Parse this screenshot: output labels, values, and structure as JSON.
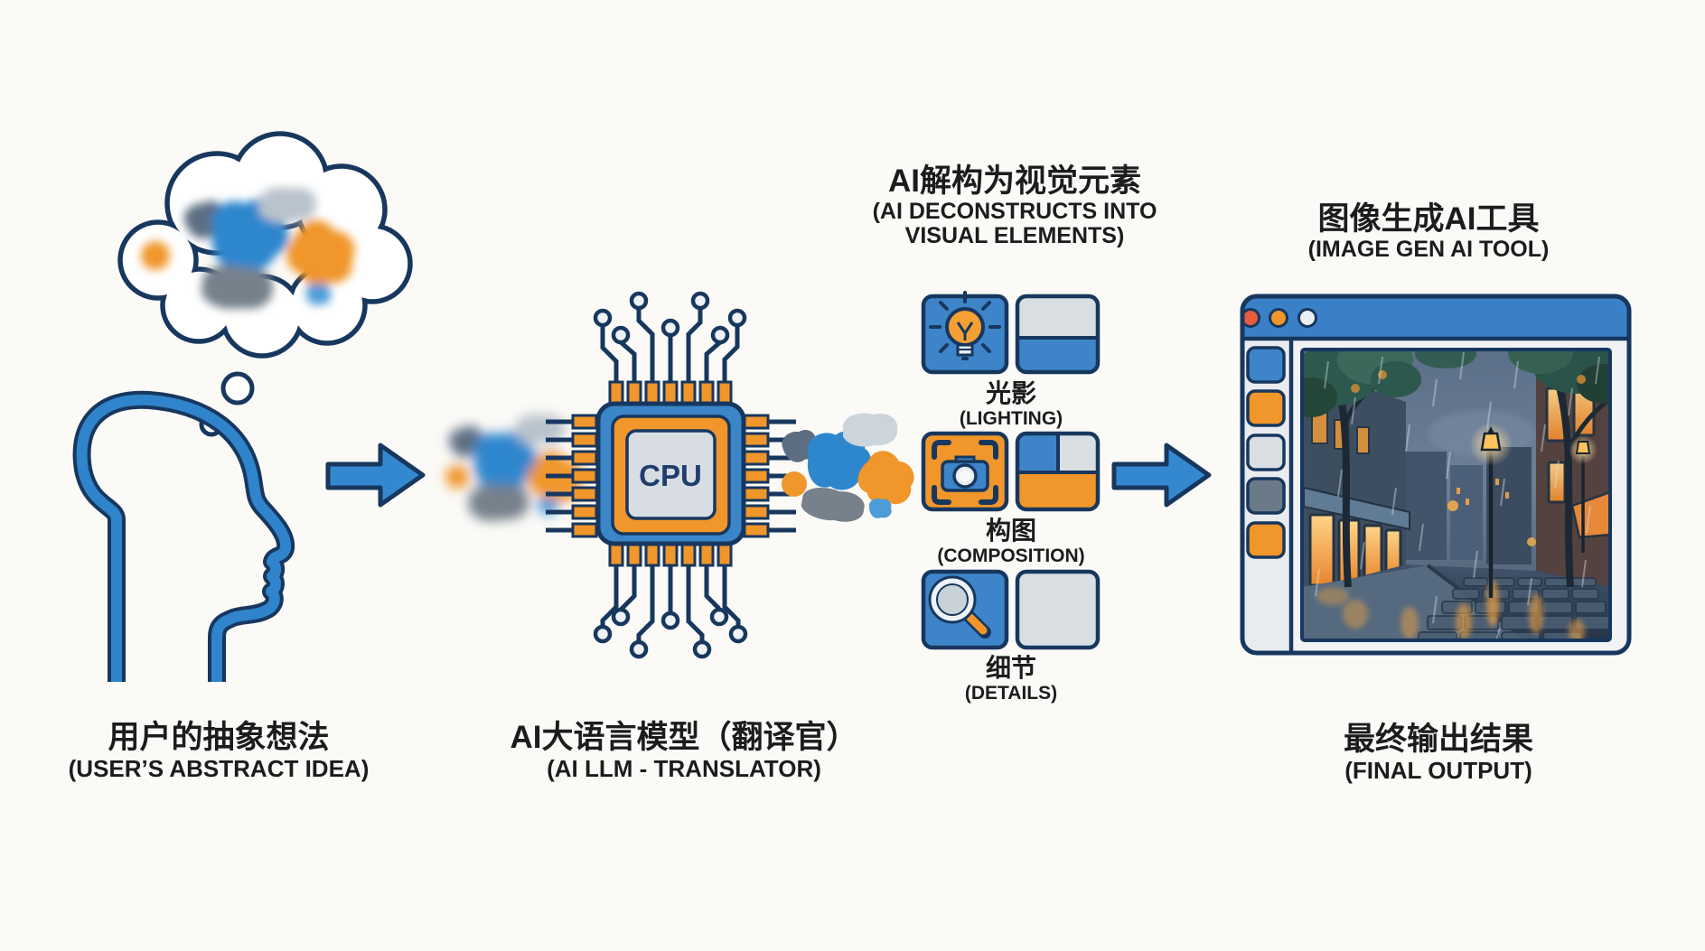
{
  "page": {
    "background": "#fbfaf7",
    "palette": {
      "outline_navy": "#17375e",
      "blue": "#3285c9",
      "orange": "#f0962a",
      "light_gray": "#d9dee3",
      "slate_gray": "#6b7a88",
      "titlebar_blue": "#3a80c6",
      "text": "#1b1c1e"
    }
  },
  "stage_user_idea": {
    "label_zh": "用户的抽象想法",
    "label_en": "(USER’S ABSTRACT IDEA)"
  },
  "stage_llm": {
    "chip_label": "CPU",
    "label_zh": "AI大语言模型（翻译官）",
    "label_en": "(AI LLM - TRANSLATOR)"
  },
  "stage_deconstruct": {
    "title_zh": "AI解构为视觉元素",
    "title_en_line1": "(AI DECONSTRUCTS INTO",
    "title_en_line2": "VISUAL ELEMENTS)",
    "elements": [
      {
        "icon": "lightbulb-icon",
        "label_zh": "光影",
        "label_en": "(LIGHTING)"
      },
      {
        "icon": "camera-icon",
        "label_zh": "构图",
        "label_en": "(COMPOSITION)"
      },
      {
        "icon": "magnifier-icon",
        "label_zh": "细节",
        "label_en": "(DETAILS)"
      }
    ]
  },
  "stage_output": {
    "title_zh": "图像生成AI工具",
    "title_en": "(IMAGE GEN AI TOOL)",
    "label_zh": "最终输出结果",
    "label_en": "(FINAL OUTPUT)",
    "window_controls": [
      "#e65c3c",
      "#f0962a",
      "#eceff1"
    ],
    "sidebar_swatches": [
      "#3d85c8",
      "#f0962a",
      "#d9dee3",
      "#6b7a88",
      "#f0962a"
    ]
  }
}
